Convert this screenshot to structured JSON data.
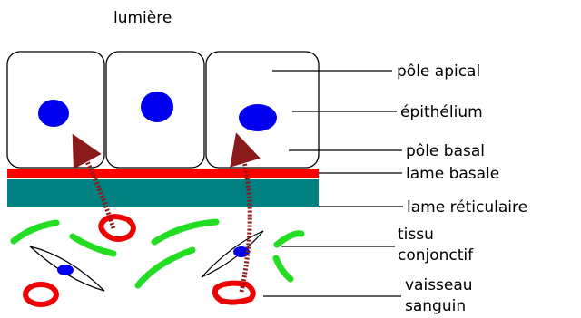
{
  "title": "lumière",
  "labels": {
    "apical": "pôle apical",
    "epithelium": "épithélium",
    "basal_pole": "pôle basal",
    "basal_lamina": "lame basale",
    "reticular_lamina": "lame réticulaire",
    "tissue_line1": "tissu",
    "tissue_line2": "conjonctif",
    "vessel_line1": "vaisseau",
    "vessel_line2": "sanguin"
  },
  "colors": {
    "nucleus": "#0000ee",
    "basal_lamina": "#ff0000",
    "reticular_lamina": "#008080",
    "fibers": "#22dd22",
    "vessel": "#ee0000",
    "transport_arrow": "#8b1a1a"
  }
}
